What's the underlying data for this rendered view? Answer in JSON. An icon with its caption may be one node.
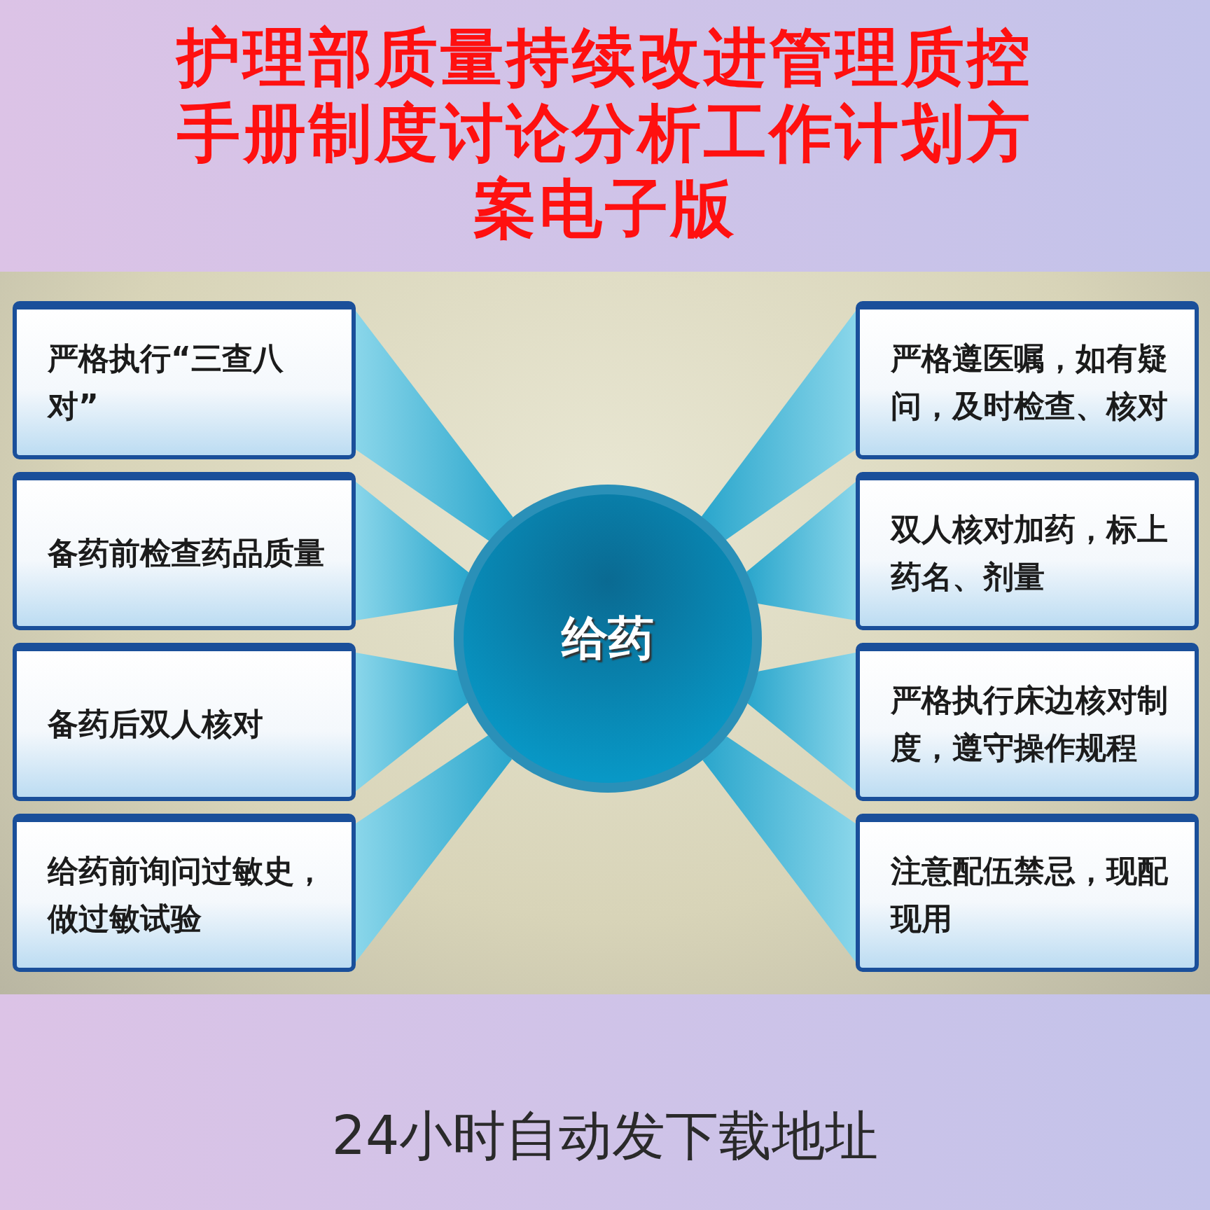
{
  "diagram": {
    "title": "护理部质量持续改进管理质控手册制度讨论分析工作计划方案电子版",
    "nodes": [
      {
        "text": [
          "给药"
        ]
      },
      {
        "text": [
          "严格执行“三查八对”"
        ]
      },
      {
        "text": [
          "备药前检查药品质量"
        ]
      },
      {
        "text": [
          "备药后双人核对"
        ]
      },
      {
        "text": [
          "给药前询问过敏史，做过敏试验"
        ]
      },
      {
        "text": [
          "严格遵医嘱，如有疑问，及时检查、核对"
        ]
      },
      {
        "text": [
          "双人核对加药，标上药名、剂量"
        ]
      },
      {
        "text": [
          "严格执行床边核对制度，遵守操作规程"
        ]
      },
      {
        "text": [
          "注意配伍禁忌，现配现用"
        ]
      }
    ],
    "edges": [
      {
        "from": 0,
        "to": 1,
        "arrow": "none"
      },
      {
        "from": 0,
        "to": 2,
        "arrow": "none"
      },
      {
        "from": 0,
        "to": 3,
        "arrow": "none"
      },
      {
        "from": 0,
        "to": 4,
        "arrow": "none"
      },
      {
        "from": 0,
        "to": 5,
        "arrow": "none"
      },
      {
        "from": 0,
        "to": 6,
        "arrow": "none"
      },
      {
        "from": 0,
        "to": 7,
        "arrow": "none"
      },
      {
        "from": 0,
        "to": 8,
        "arrow": "none"
      }
    ],
    "labels": [
      "24小时自动发下载地址"
    ]
  }
}
